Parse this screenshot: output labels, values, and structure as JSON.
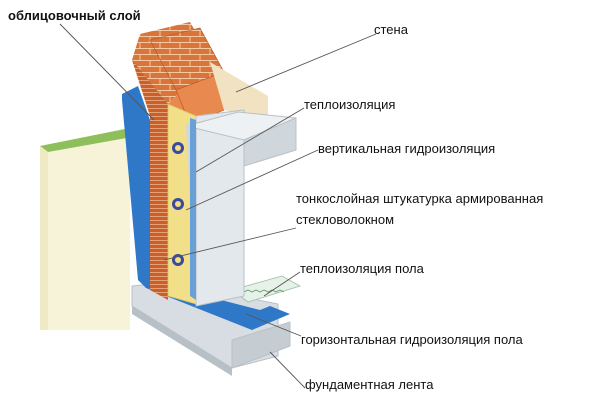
{
  "labels": {
    "facing_layer": "облицовочный слой",
    "wall": "стена",
    "insulation": "теплоизоляция",
    "vertical_waterproofing": "вертикальная гидроизоляция",
    "plaster_line1": "тонкослойная штукатурка армированная",
    "plaster_line2": "стекловолокном",
    "floor_insulation": "теплоизоляция пола",
    "horizontal_waterproofing": "горизонтальная гидроизоляция пола",
    "foundation_strip": "фундаментная лента"
  },
  "colors": {
    "brick": "#d9743a",
    "brick_mortar": "#f3c9a4",
    "insulation_yellow": "#f2df8a",
    "waterproof_blue": "#2f78c8",
    "concrete": "#d7dde2",
    "ground_green": "#8fbf5a",
    "leader_line": "#555555"
  }
}
